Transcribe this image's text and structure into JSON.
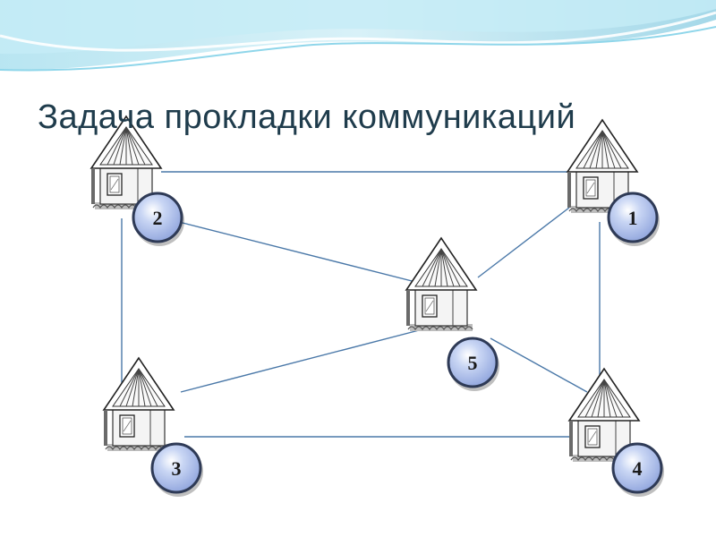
{
  "slide": {
    "title": "Задача прокладки коммуникаций"
  },
  "graph": {
    "nodes": [
      {
        "id": "1",
        "label": "1"
      },
      {
        "id": "2",
        "label": "2"
      },
      {
        "id": "3",
        "label": "3"
      },
      {
        "id": "4",
        "label": "4"
      },
      {
        "id": "5",
        "label": "5"
      }
    ],
    "edges": [
      [
        "1",
        "2"
      ],
      [
        "2",
        "3"
      ],
      [
        "3",
        "4"
      ],
      [
        "1",
        "4"
      ],
      [
        "2",
        "5"
      ],
      [
        "1",
        "5"
      ],
      [
        "3",
        "5"
      ],
      [
        "4",
        "5"
      ]
    ]
  },
  "colors": {
    "edge": "#4a78a8",
    "badge_fill": "#b9c8ee",
    "badge_border": "#2e3a56",
    "wave_top": "#a9dfee",
    "wave_mid": "#5fc0dc"
  }
}
